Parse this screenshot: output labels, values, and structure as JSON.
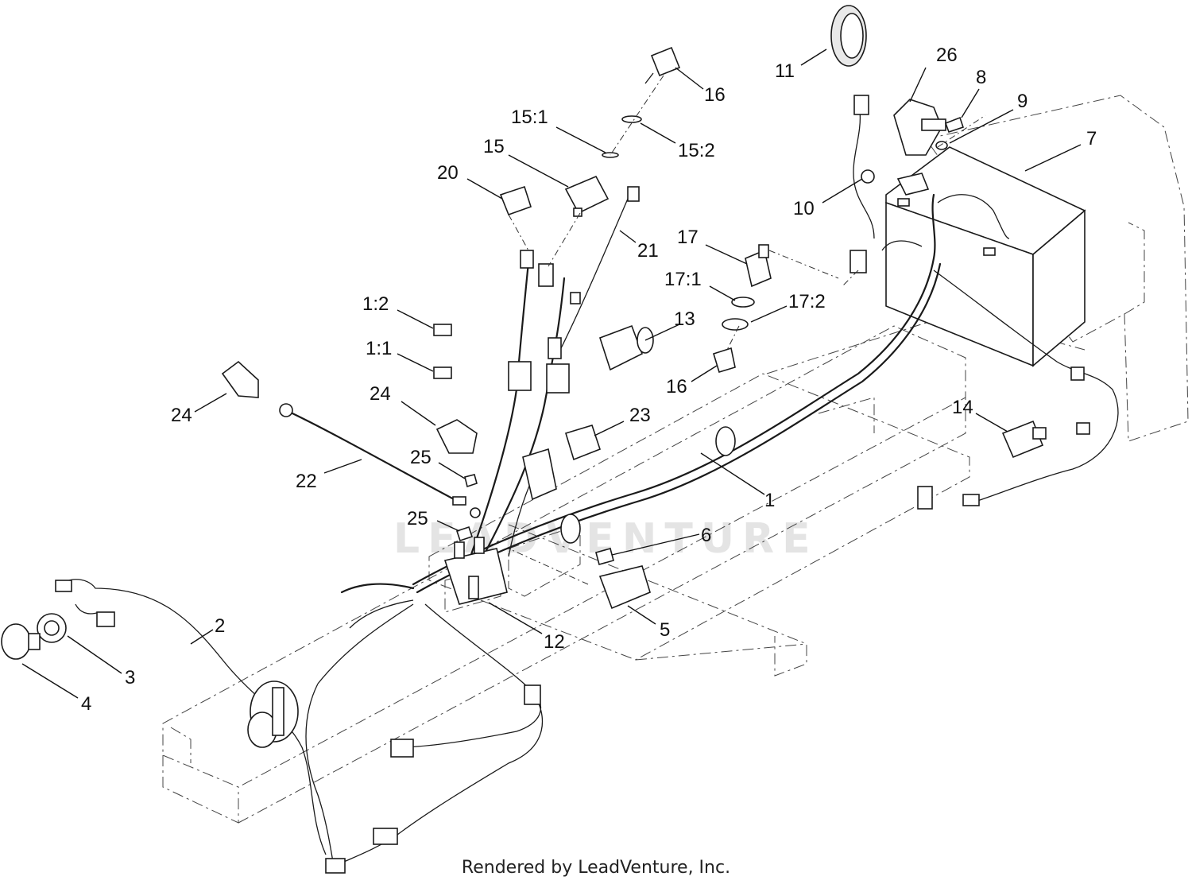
{
  "watermark": "LEADVENTURE",
  "footer": "Rendered by LeadVenture, Inc.",
  "callouts": {
    "c1": "1",
    "c1_1": "1:1",
    "c1_2": "1:2",
    "c2": "2",
    "c3": "3",
    "c4": "4",
    "c5": "5",
    "c6": "6",
    "c7": "7",
    "c8": "8",
    "c9": "9",
    "c10": "10",
    "c11": "11",
    "c12": "12",
    "c13": "13",
    "c14": "14",
    "c15": "15",
    "c15_1": "15:1",
    "c15_2": "15:2",
    "c16a": "16",
    "c16b": "16",
    "c17": "17",
    "c17_1": "17:1",
    "c17_2": "17:2",
    "c20": "20",
    "c21": "21",
    "c22": "22",
    "c23": "23",
    "c24a": "24",
    "c24b": "24",
    "c25a": "25",
    "c25b": "25",
    "c26": "26"
  }
}
